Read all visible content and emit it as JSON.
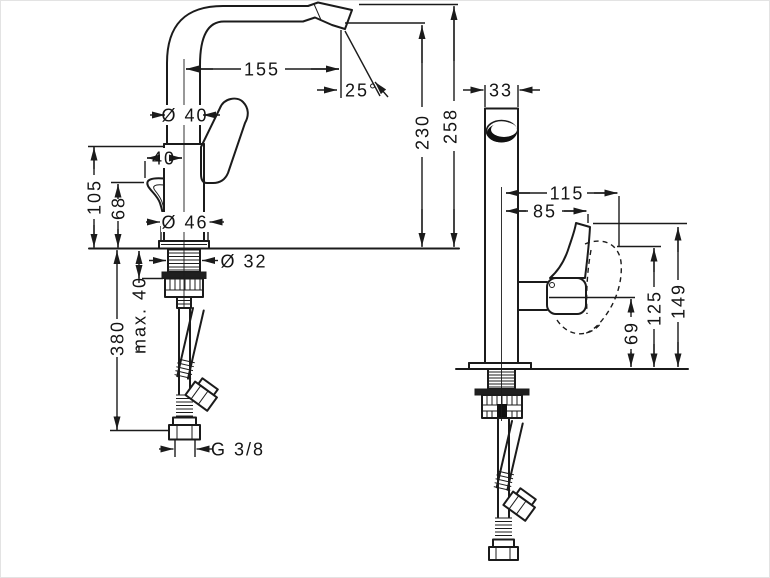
{
  "colors": {
    "ink": "#1b1b1b",
    "background": "#ffffff"
  },
  "dims": {
    "spout_reach": "155",
    "spout_angle": "25°",
    "outlet_height": "230",
    "total_height": "258",
    "spout_diameter": "Ø 40",
    "handle_width": "40",
    "body_height": "105",
    "lever_height": "68",
    "base_diameter": "Ø 46",
    "shank_diameter": "Ø 32",
    "max_mounting_thickness": "max. 40",
    "hose_length": "380",
    "hose_thread": "G 3/8",
    "spout_width": "33",
    "handle_reach_open": "115",
    "handle_reach": "85",
    "handle_height": "149",
    "handle_open_height": "125",
    "handle_pivot_height": "69"
  }
}
